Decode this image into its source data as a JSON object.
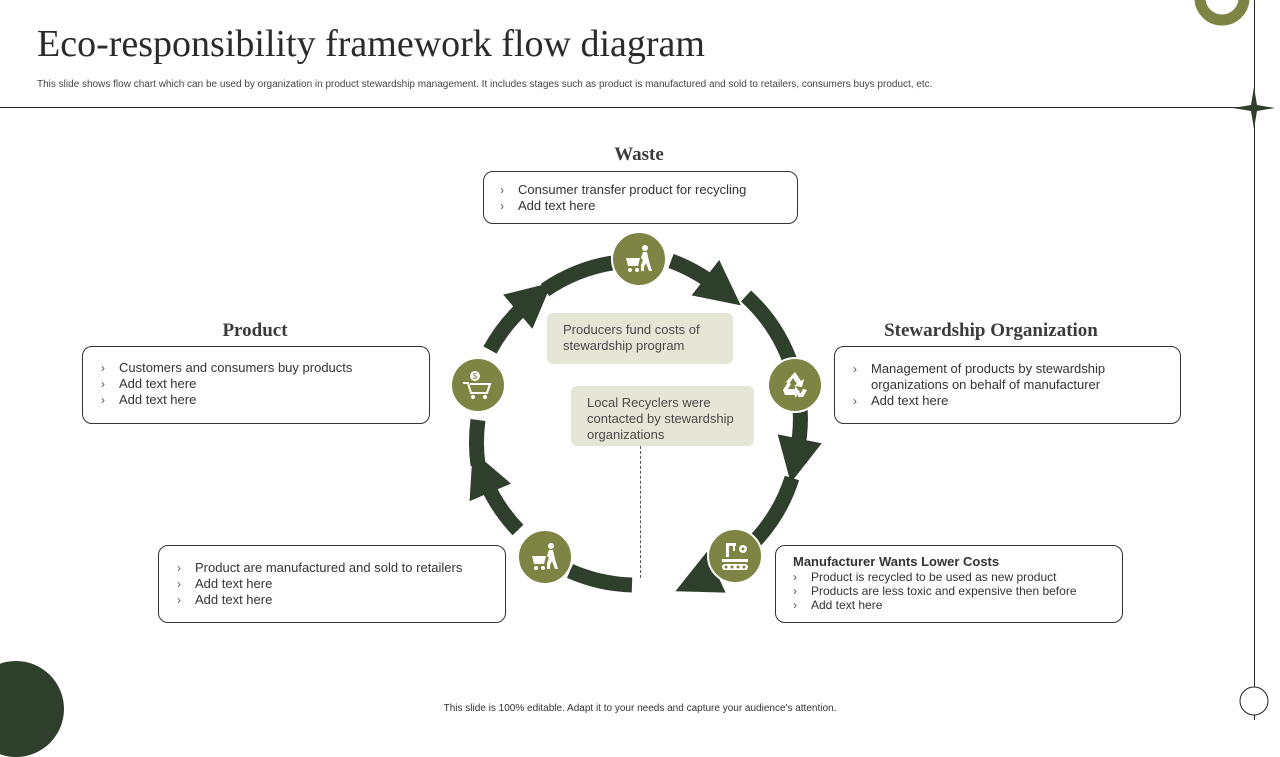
{
  "header": {
    "title": "Eco-responsibility framework flow diagram",
    "subtitle": "This slide shows flow chart which can be used by organization in product stewardship management. It includes stages such as product is manufactured and sold to retailers, consumers buys product, etc."
  },
  "sections": {
    "waste": {
      "heading": "Waste",
      "items": [
        "Consumer transfer product for recycling",
        "Add text here"
      ]
    },
    "product": {
      "heading": "Product",
      "items": [
        "Customers and consumers buy products",
        "Add text here",
        "Add text here"
      ]
    },
    "stewardship": {
      "heading": "Stewardship Organization",
      "items": [
        "Management of products by stewardship organizations on behalf of manufacturer",
        "Add text here"
      ]
    },
    "manufactured": {
      "items": [
        "Product are manufactured  and sold to retailers",
        "Add text here",
        "Add text here"
      ]
    },
    "manufacturer": {
      "title": "Manufacturer Wants Lower Costs",
      "items": [
        "Product is recycled to  be used as new product",
        "Products are less toxic and expensive then before",
        "Add text here"
      ]
    }
  },
  "center": {
    "note1": "Producers fund costs of stewardship program",
    "note2": "Local Recyclers were contacted by stewardship organizations"
  },
  "icons": {
    "top": "person-pushing-cart-icon",
    "right": "recycle-icon",
    "bottom_right": "factory-conveyor-icon",
    "bottom_left": "person-pushing-cart-icon",
    "left": "shopping-cart-money-icon"
  },
  "colors": {
    "accent": "#7e8544",
    "arrow": "#2e3f2c",
    "note_bg": "#e6e6d6"
  },
  "footer": "This slide is 100% editable. Adapt it to your needs and capture your audience's attention."
}
